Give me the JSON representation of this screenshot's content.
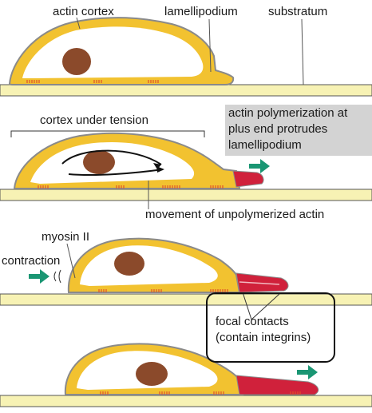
{
  "labels": {
    "actin_cortex": "actin cortex",
    "lamellipodium": "lamellipodium",
    "substratum": "substratum",
    "cortex_under_tension": "cortex under tension",
    "movement": "movement of unpolymerized actin",
    "myosin": "myosin II",
    "contraction": "contraction"
  },
  "callout": {
    "line1": "actin polymerization at",
    "line2": "plus end protrudes",
    "line3": "lamellipodium"
  },
  "focal": {
    "line1": "focal contacts",
    "line2": "(contain integrins)"
  },
  "colors": {
    "cell_fill": "#f2c230",
    "cell_outline": "#8a8a8a",
    "cell_inner": "#ffffff",
    "nucleus": "#8b4a2b",
    "substratum": "#f7f2b4",
    "substratum_line": "#555555",
    "polymerized_actin": "#d0213b",
    "arrow": "#1a9673",
    "focal_marks": "#e0502a"
  }
}
